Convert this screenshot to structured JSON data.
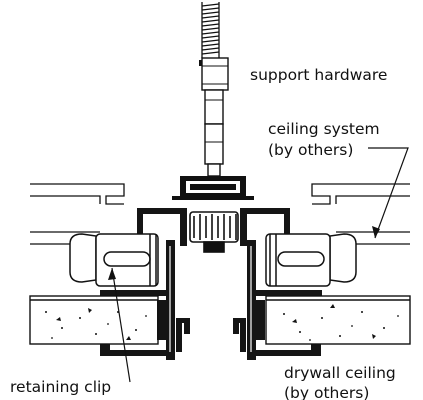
{
  "labels": {
    "support_hardware": "support hardware",
    "ceiling_system_line1": "ceiling system",
    "ceiling_system_line2": "(by others)",
    "retaining_clip": "retaining clip",
    "drywall_line1": "drywall ceiling",
    "drywall_line2": "(by others)"
  },
  "colors": {
    "ink": "#111111",
    "profile": "#151515",
    "background": "#ffffff"
  }
}
